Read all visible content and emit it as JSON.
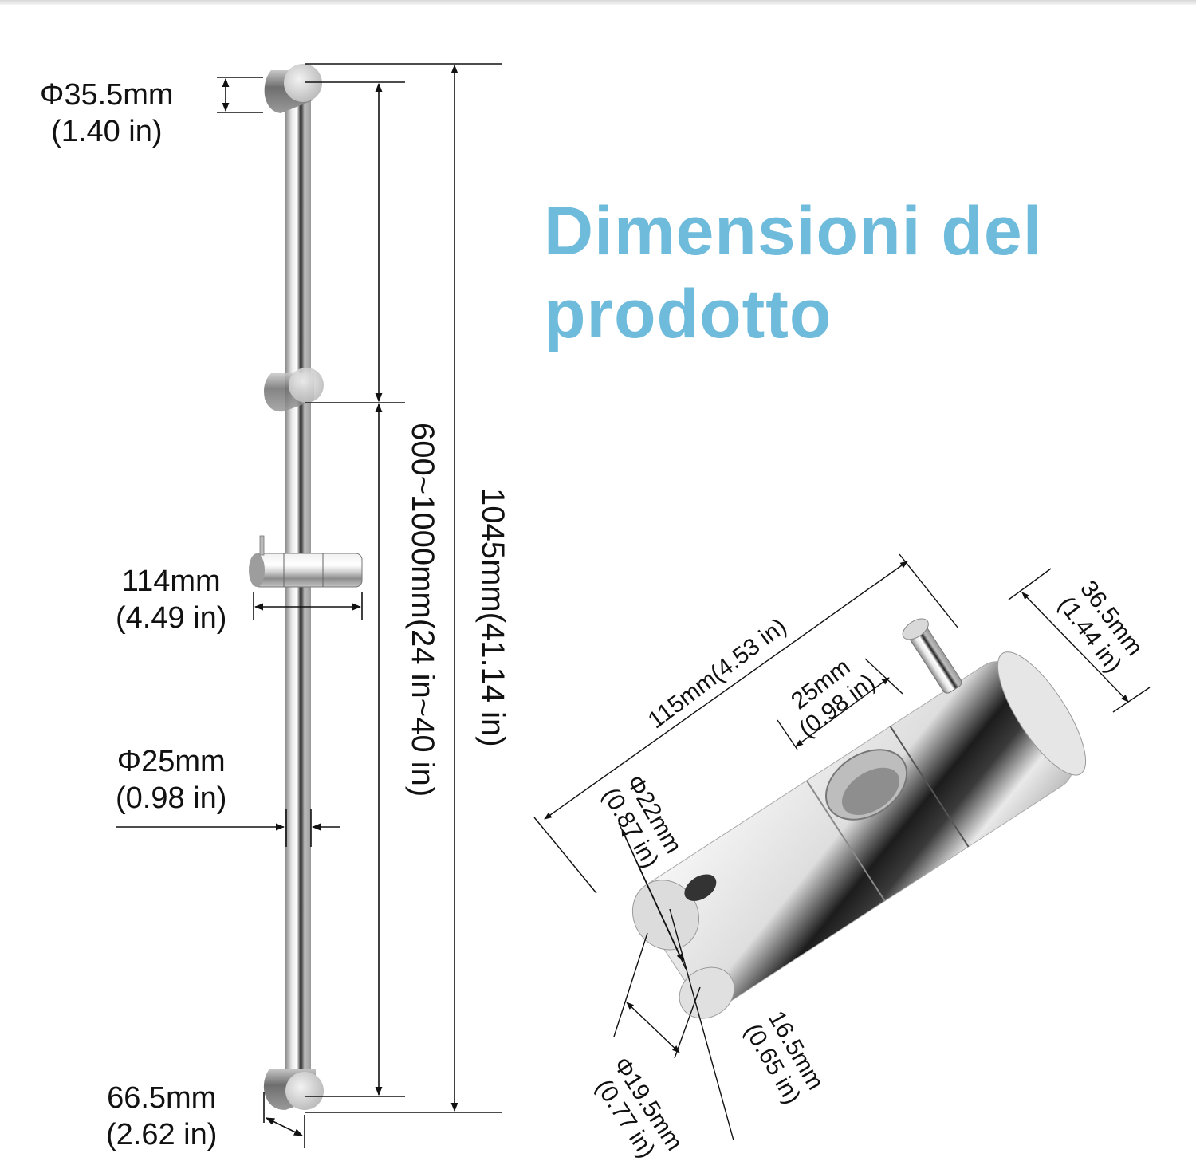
{
  "title": {
    "line1": "Dimensioni del",
    "line2": "prodotto",
    "color": "#6fbbdb"
  },
  "slide_bar": {
    "bracket_diameter": {
      "mm": "Φ35.5mm",
      "in": "(1.40 in)"
    },
    "holder_width": {
      "mm": "114mm",
      "in": "(4.49 in)"
    },
    "bar_diameter": {
      "mm": "Φ25mm",
      "in": "(0.98 in)"
    },
    "bracket_depth": {
      "mm": "66.5mm",
      "in": "(2.62 in)"
    },
    "adjustable_spacing": "600~1000mm(24 in~40 in)",
    "total_length": "1045mm(41.14 in)"
  },
  "holder_detail": {
    "length": "115mm(4.53 in)",
    "slot_width": {
      "mm": "25mm",
      "in": "(0.98 in)"
    },
    "knob_height": {
      "mm": "36.5mm",
      "in": "(1.44 in)"
    },
    "inner_diameter_top": {
      "mm": "Φ22mm",
      "in": "(0.87 in)"
    },
    "inner_diameter_bottom": {
      "mm": "Φ19.5mm",
      "in": "(0.77 in)"
    },
    "opening": {
      "mm": "16.5mm",
      "in": "(0.65 in)"
    }
  }
}
